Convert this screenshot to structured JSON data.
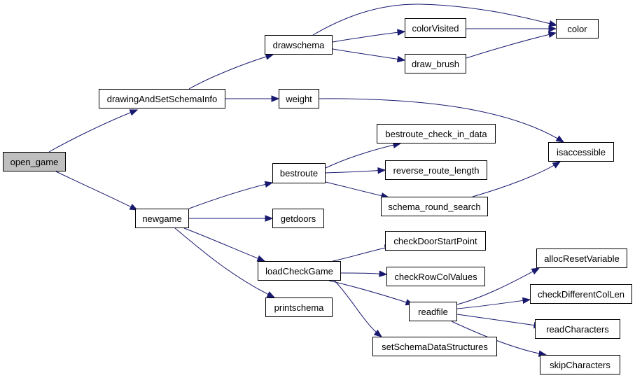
{
  "graph": {
    "edge_color": "#191970",
    "root_fill": "#bfbfbf",
    "nodes": [
      {
        "id": "open_game",
        "label": "open_game"
      },
      {
        "id": "drawingAndSetSchemaInfo",
        "label": "drawingAndSetSchemaInfo"
      },
      {
        "id": "newgame",
        "label": "newgame"
      },
      {
        "id": "drawschema",
        "label": "drawschema"
      },
      {
        "id": "weight",
        "label": "weight"
      },
      {
        "id": "colorVisited",
        "label": "colorVisited"
      },
      {
        "id": "draw_brush",
        "label": "draw_brush"
      },
      {
        "id": "color",
        "label": "color"
      },
      {
        "id": "isaccessible",
        "label": "isaccessible"
      },
      {
        "id": "bestroute",
        "label": "bestroute"
      },
      {
        "id": "getdoors",
        "label": "getdoors"
      },
      {
        "id": "loadCheckGame",
        "label": "loadCheckGame"
      },
      {
        "id": "printschema",
        "label": "printschema"
      },
      {
        "id": "bestroute_check_in_data",
        "label": "bestroute_check_in_data"
      },
      {
        "id": "reverse_route_length",
        "label": "reverse_route_length"
      },
      {
        "id": "schema_round_search",
        "label": "schema_round_search"
      },
      {
        "id": "checkDoorStartPoint",
        "label": "checkDoorStartPoint"
      },
      {
        "id": "checkRowColValues",
        "label": "checkRowColValues"
      },
      {
        "id": "readfile",
        "label": "readfile"
      },
      {
        "id": "setSchemaDataStructures",
        "label": "setSchemaDataStructures"
      },
      {
        "id": "allocResetVariable",
        "label": "allocResetVariable"
      },
      {
        "id": "checkDifferentColLen",
        "label": "checkDifferentColLen"
      },
      {
        "id": "readCharacters",
        "label": "readCharacters"
      },
      {
        "id": "skipCharacters",
        "label": "skipCharacters"
      }
    ],
    "edges": [
      {
        "from": "open_game",
        "to": "drawingAndSetSchemaInfo"
      },
      {
        "from": "open_game",
        "to": "newgame"
      },
      {
        "from": "drawingAndSetSchemaInfo",
        "to": "drawschema"
      },
      {
        "from": "drawingAndSetSchemaInfo",
        "to": "weight"
      },
      {
        "from": "drawschema",
        "to": "colorVisited"
      },
      {
        "from": "drawschema",
        "to": "draw_brush"
      },
      {
        "from": "drawschema",
        "to": "color"
      },
      {
        "from": "colorVisited",
        "to": "color"
      },
      {
        "from": "draw_brush",
        "to": "color"
      },
      {
        "from": "weight",
        "to": "isaccessible"
      },
      {
        "from": "newgame",
        "to": "bestroute"
      },
      {
        "from": "newgame",
        "to": "getdoors"
      },
      {
        "from": "newgame",
        "to": "loadCheckGame"
      },
      {
        "from": "newgame",
        "to": "printschema"
      },
      {
        "from": "bestroute",
        "to": "bestroute_check_in_data"
      },
      {
        "from": "bestroute",
        "to": "reverse_route_length"
      },
      {
        "from": "bestroute",
        "to": "schema_round_search"
      },
      {
        "from": "schema_round_search",
        "to": "isaccessible"
      },
      {
        "from": "loadCheckGame",
        "to": "checkDoorStartPoint"
      },
      {
        "from": "loadCheckGame",
        "to": "checkRowColValues"
      },
      {
        "from": "loadCheckGame",
        "to": "readfile"
      },
      {
        "from": "loadCheckGame",
        "to": "setSchemaDataStructures"
      },
      {
        "from": "readfile",
        "to": "allocResetVariable"
      },
      {
        "from": "readfile",
        "to": "checkDifferentColLen"
      },
      {
        "from": "readfile",
        "to": "readCharacters"
      },
      {
        "from": "readfile",
        "to": "skipCharacters"
      }
    ]
  }
}
